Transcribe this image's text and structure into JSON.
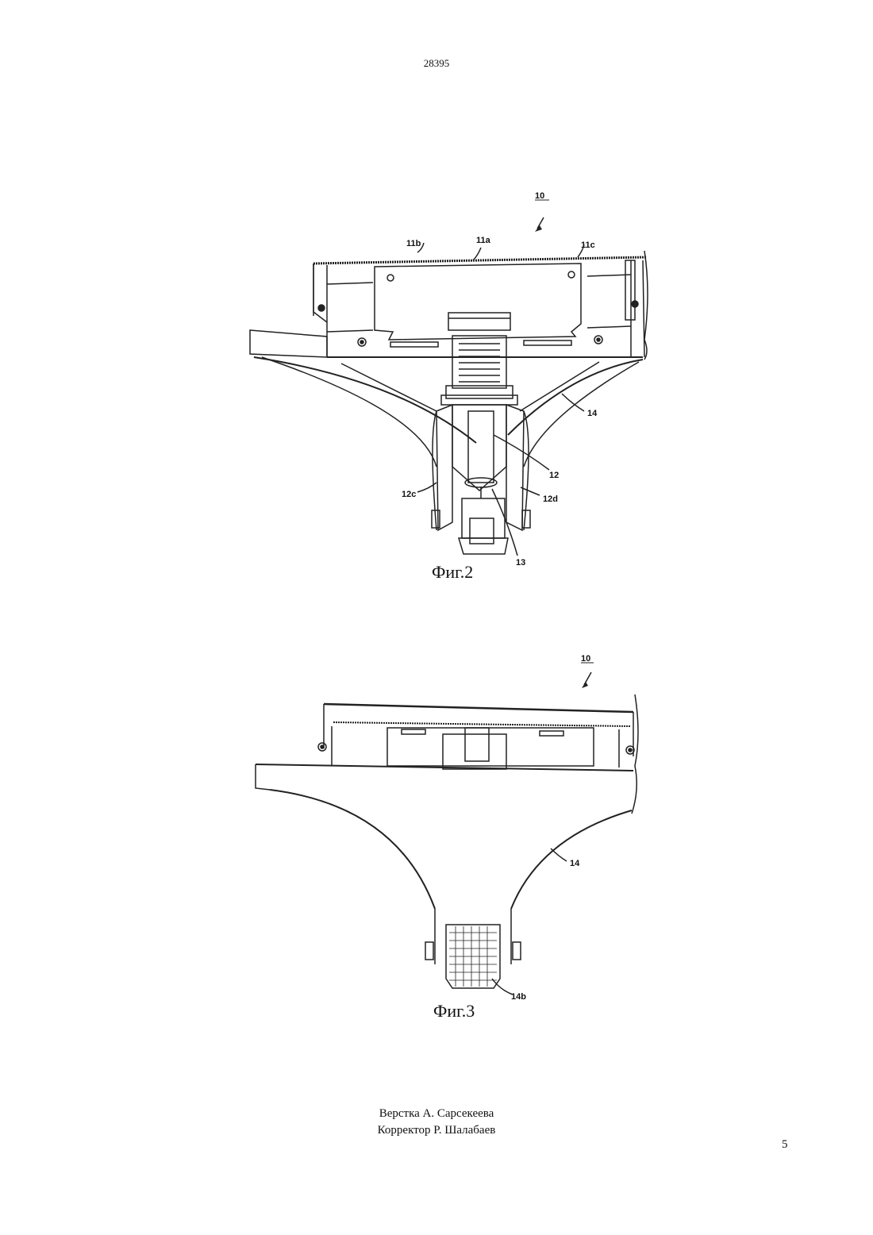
{
  "header": {
    "patent_number": "28395"
  },
  "figure2": {
    "caption": "Фиг.2",
    "labels": {
      "ref_10": "10",
      "ref_11a": "11a",
      "ref_11b": "11b",
      "ref_11c": "11c",
      "ref_12": "12",
      "ref_12c": "12c",
      "ref_12d": "12d",
      "ref_13": "13",
      "ref_14": "14"
    }
  },
  "figure3": {
    "caption": "Фиг.3",
    "labels": {
      "ref_10": "10",
      "ref_14": "14",
      "ref_14b": "14b"
    }
  },
  "footer": {
    "layout_credit": "Верстка А. Сарсекеева",
    "proofreader_credit": "Корректор Р. Шалабаев",
    "page_number": "5"
  }
}
